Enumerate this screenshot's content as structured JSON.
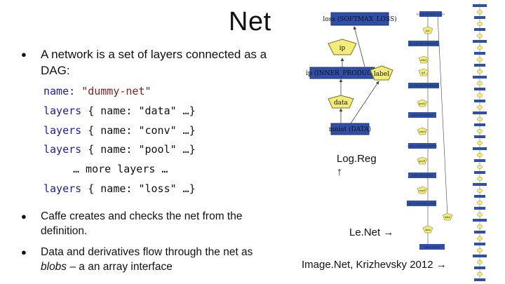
{
  "slide": {
    "title": "Net",
    "bullets": [
      "A network is a set of layers connected as a DAG:",
      "Caffe creates and checks the net from the definition.",
      "Data and derivatives flow through the net as blobs – a an array interface"
    ],
    "bullet3_parts": {
      "pre": "Data and derivatives flow through the net as ",
      "em": "blobs",
      "post": " – a an array interface"
    },
    "code": {
      "name_kw": "name:",
      "name_val": "\"dummy-net\"",
      "layers_kw": "layers",
      "layer1": "{ name: \"data\" …}",
      "layer2": "{ name: \"conv\" …}",
      "layer3": "{ name: \"pool\" …}",
      "more": "… more layers …",
      "layer4": "{ name: \"loss\" …}"
    },
    "captions": {
      "logreg": "Log.Reg",
      "logreg_arrow": "↑",
      "lenet": "Le.Net →",
      "imagenet": "Image.Net, Krizhevsky 2012 →"
    },
    "logreg_nodes": {
      "loss": "loss (SOFTMAX_LOSS)",
      "ip_blob": "ip",
      "ip_layer": "ip (INNER_PRODUCT)",
      "label": "label",
      "data_blob": "data",
      "data_layer": "mnist (DATA)"
    },
    "lenet_nodes": [
      "loss (SOFTMAX_LOSS)",
      "ip2",
      "ip2 (INNER_PRODUCT)",
      "relu1",
      "ip1",
      "ip1 (INNER_PRODUCT)",
      "pool2",
      "pool2 (POOLING)",
      "conv2",
      "conv2 (CONVOLUTION)",
      "pool1",
      "pool1 (POOLING)",
      "conv1",
      "conv1 (CONVOLUTION)",
      "data",
      "label",
      "mnist (DATA)"
    ],
    "colors": {
      "layer_fill": "#2f4fa8",
      "blob_fill": "#f3eb7a",
      "edge": "#444444"
    }
  }
}
